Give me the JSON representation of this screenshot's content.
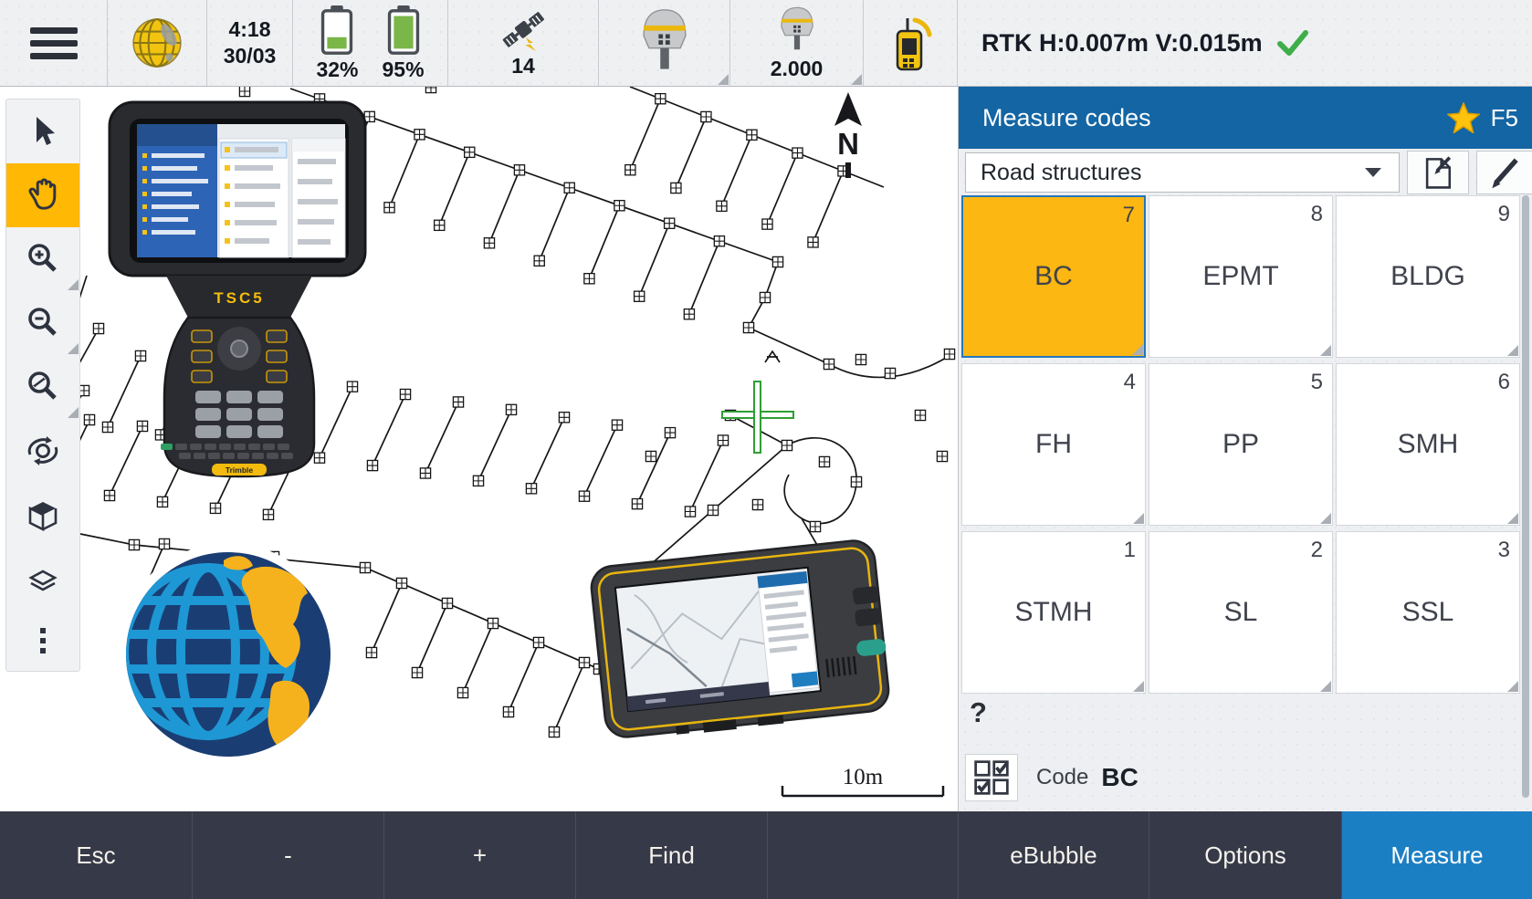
{
  "top_bar": {
    "time": "4:18",
    "date": "30/03",
    "controller_battery": "32%",
    "receiver_battery": "95%",
    "satellite_count": "14",
    "antenna_height": "2.000",
    "rtk_status": "RTK H:0.007m V:0.015m"
  },
  "panel": {
    "title": "Measure codes",
    "fkey": "F5",
    "group_select_value": "Road structures",
    "codes": [
      {
        "label": "BC",
        "key": "7",
        "active": true
      },
      {
        "label": "EPMT",
        "key": "8",
        "active": false
      },
      {
        "label": "BLDG",
        "key": "9",
        "active": false
      },
      {
        "label": "FH",
        "key": "4",
        "active": false
      },
      {
        "label": "PP",
        "key": "5",
        "active": false
      },
      {
        "label": "SMH",
        "key": "6",
        "active": false
      },
      {
        "label": "STMH",
        "key": "1",
        "active": false
      },
      {
        "label": "SL",
        "key": "2",
        "active": false
      },
      {
        "label": "SSL",
        "key": "3",
        "active": false
      }
    ],
    "hint": "?",
    "code_label": "Code",
    "code_value": "BC"
  },
  "bottom_bar": {
    "buttons": [
      {
        "label": "Esc",
        "active": false
      },
      {
        "label": "-",
        "active": false
      },
      {
        "label": "+",
        "active": false
      },
      {
        "label": "Find",
        "active": false
      },
      {
        "label": "",
        "active": false
      },
      {
        "label": "eBubble",
        "active": false
      },
      {
        "label": "Options",
        "active": false
      },
      {
        "label": "Measure",
        "active": true
      }
    ]
  },
  "map": {
    "north_label": "N",
    "scale_label": "10m",
    "controller_model": "TSC5",
    "controller_brand": "Trimble"
  },
  "colors": {
    "header_blue": "#1365a4",
    "accent_blue": "#1b7fc4",
    "highlight_yellow": "#fcb712",
    "bar_dark": "#363947",
    "success_green": "#3fae49"
  }
}
